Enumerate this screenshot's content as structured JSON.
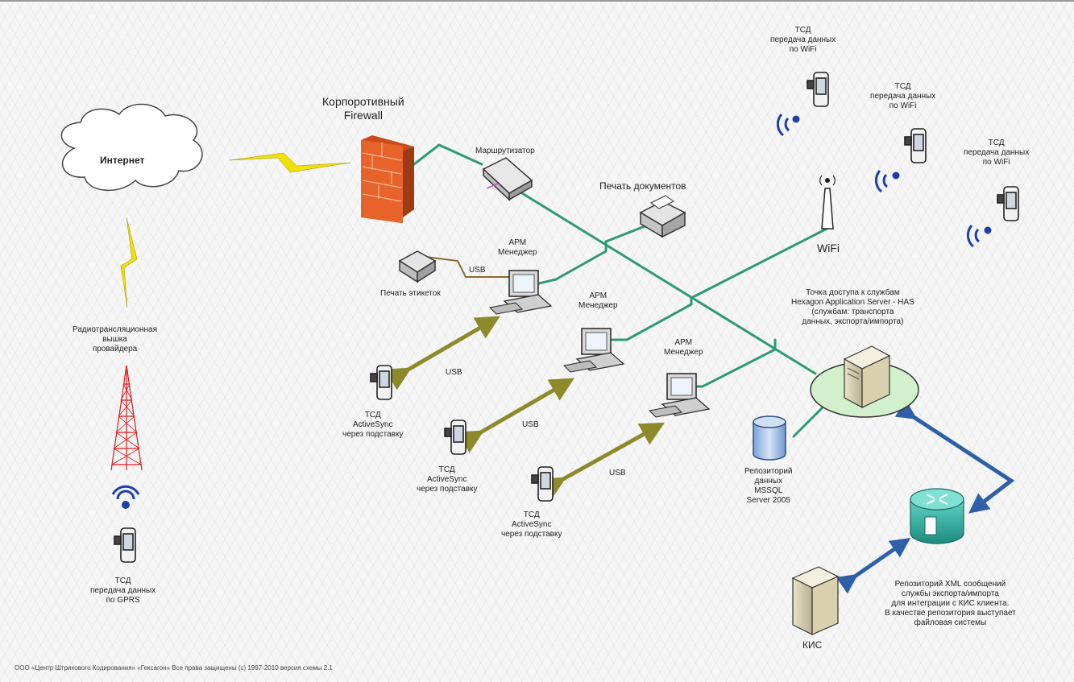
{
  "labels": {
    "internet": "Интернет",
    "firewall_line1": "Корпоротивный",
    "firewall_line2": "Firewall",
    "router": "Маршрутизатор",
    "print_docs": "Печать документов",
    "arm1_line1": "АРМ",
    "arm1_line2": "Менеджер",
    "arm2_line1": "АРМ",
    "arm2_line2": "Менеджер",
    "arm3_line1": "АРМ",
    "arm3_line2": "Менеджер",
    "usb_top": "USB",
    "print_labels": "Печать этикеток",
    "wifi": "WiFi",
    "has_line1": "Точка доступа к службам",
    "has_line2": "Hexagon Application Server - HAS",
    "has_line3": "(службам: транспорта",
    "has_line4": "данных, экспорта/импорта)",
    "tsd_wifi1_title": "ТСД",
    "tsd_wifi1_line1": "передача данных",
    "tsd_wifi1_line2": "по WiFi",
    "tsd_wifi2_title": "ТСД",
    "tsd_wifi2_line1": "передача данных",
    "tsd_wifi2_line2": "по WiFi",
    "tsd_wifi3_title": "ТСД",
    "tsd_wifi3_line1": "передача данных",
    "tsd_wifi3_line2": "по WiFi",
    "tower_line1": "Радиотрансляционная",
    "tower_line2": "вышка",
    "tower_line3": "провайдера",
    "tsd_gprs_title": "ТСД",
    "tsd_gprs_line1": "передача данных",
    "tsd_gprs_line2": "по GPRS",
    "usb1": "USB",
    "usb2": "USB",
    "usb3": "USB",
    "tsd_as1_title": "ТСД",
    "tsd_as1_line1": "ActiveSync",
    "tsd_as1_line2": "через подставку",
    "tsd_as2_title": "ТСД",
    "tsd_as2_line1": "ActiveSync",
    "tsd_as2_line2": "через подставку",
    "tsd_as3_title": "ТСД",
    "tsd_as3_line1": "ActiveSync",
    "tsd_as3_line2": "через подставку",
    "repo_line1": "Репозиторий",
    "repo_line2": "данных",
    "repo_line3": "MSSQL",
    "repo_line4": "Server 2005",
    "xml_line1": "Репозиторий XML сообщений",
    "xml_line2": "службы экспорта/импорта",
    "xml_line3": "для интеграции с КИС клиента.",
    "xml_line4": "В качестве репозитория выступает",
    "xml_line5": "файловая системы",
    "kis": "КИС",
    "footer": "ООО «Центр Штрихового Кодирования» «Гексагон» Все права защищены (с) 1997-2010 версия схемы 2.1"
  },
  "colors": {
    "network_line": "#2e9a74",
    "usb_link": "#8c8a2a",
    "integration_link": "#2f5fa8",
    "firewall": "#e8632a",
    "lightning": "#f2e100",
    "wifi_signal": "#1c3fa8",
    "tower": "#e01818",
    "server_ellipse": "#d2f0cc",
    "router_hub": "#2fb5a5"
  }
}
